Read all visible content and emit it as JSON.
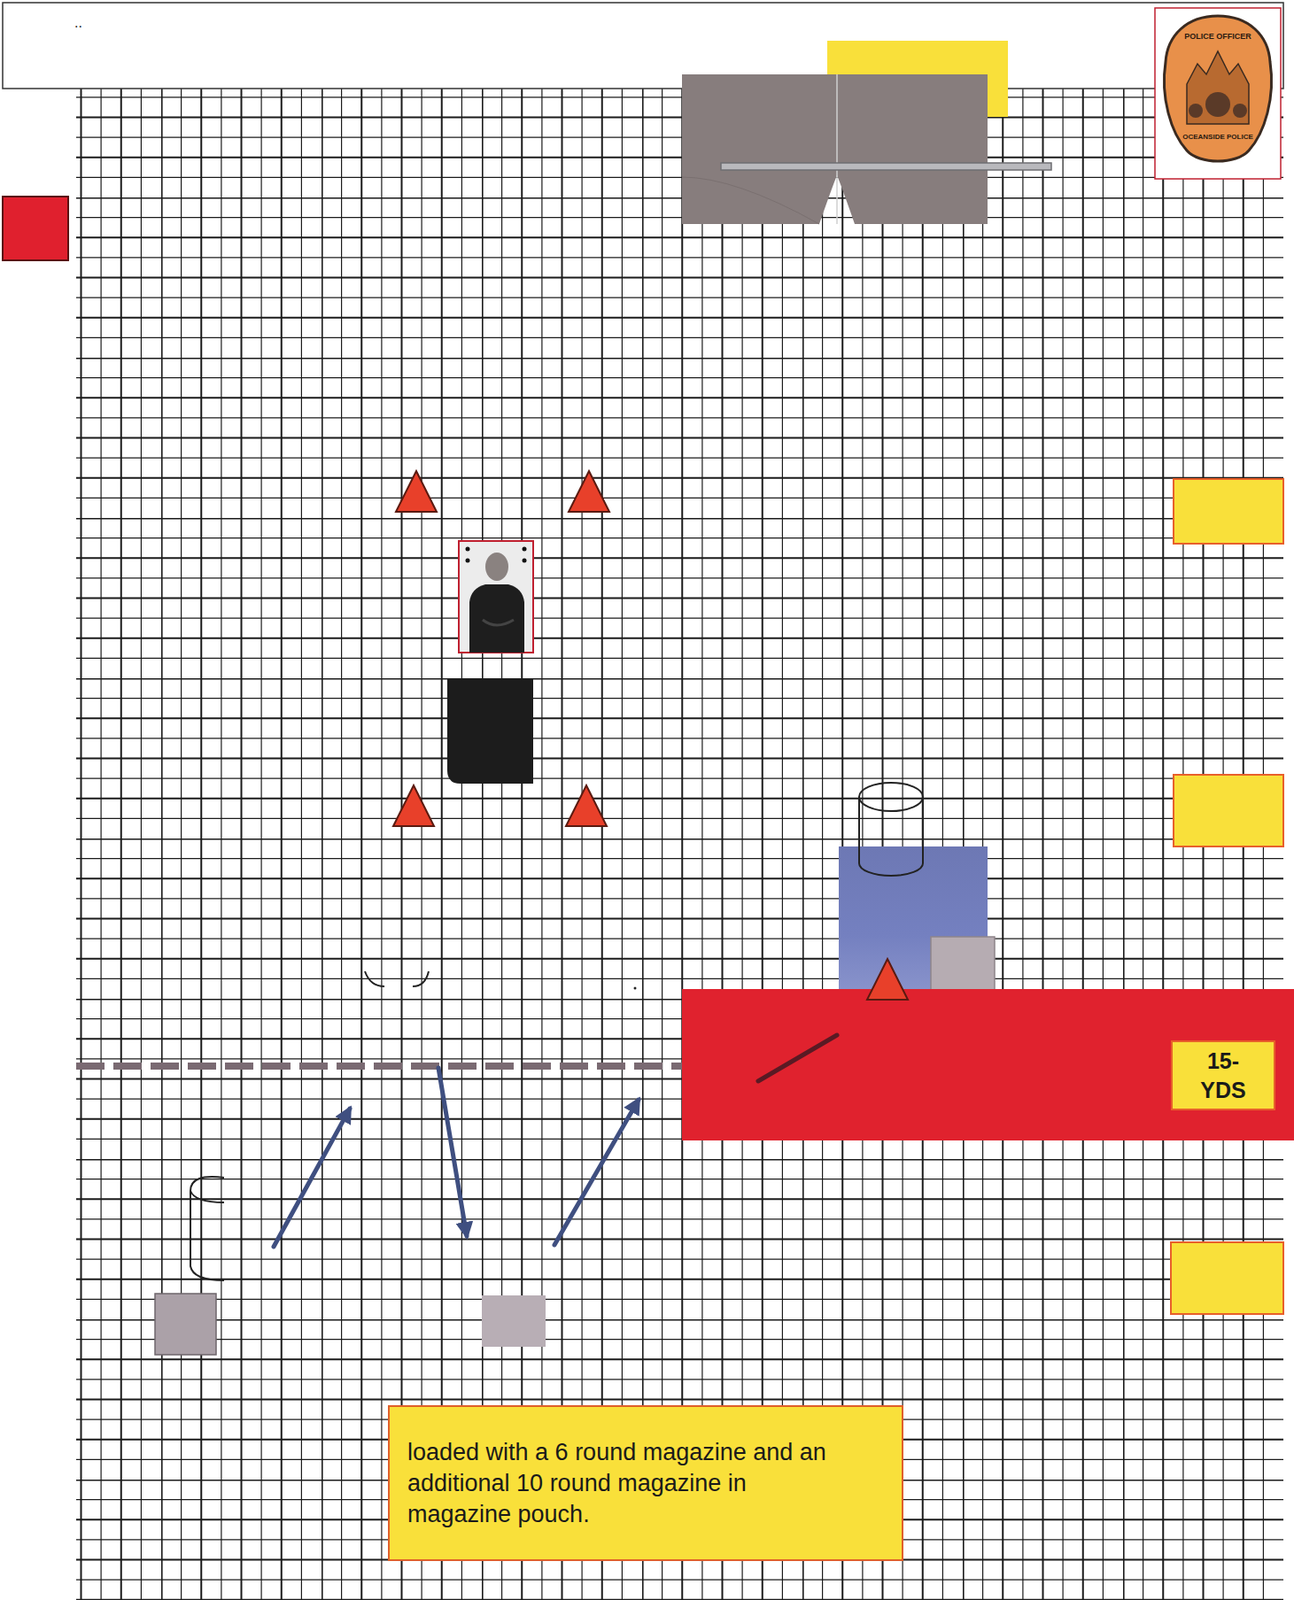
{
  "diagram": {
    "nodes": [
      {
        "text": [
          "15- YDS"
        ]
      },
      {
        "text": [
          "loaded with a 6 round magazine and an additional 10 round magazine in magazine pouch."
        ]
      }
    ],
    "labels": [
      "..",
      "POLICE OFFICER",
      "OCEANSIDE POLICE"
    ]
  }
}
